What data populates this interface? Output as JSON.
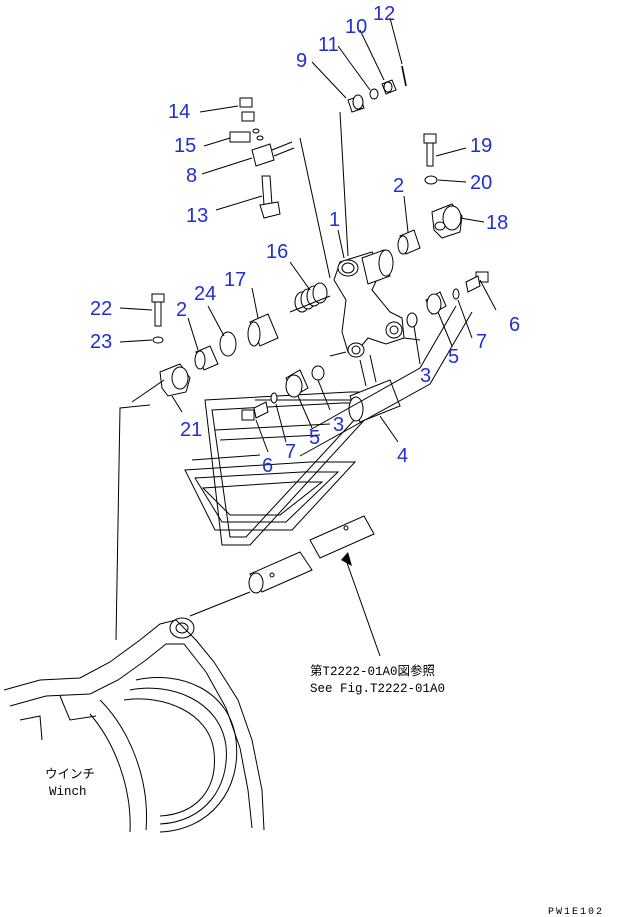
{
  "callouts": {
    "c1": "1",
    "c2a": "2",
    "c2b": "2",
    "c3a": "3",
    "c3b": "3",
    "c4": "4",
    "c5a": "5",
    "c5b": "5",
    "c6a": "6",
    "c6b": "6",
    "c7a": "7",
    "c7b": "7",
    "c8": "8",
    "c9": "9",
    "c10": "10",
    "c11": "11",
    "c12": "12",
    "c13": "13",
    "c14": "14",
    "c15": "15",
    "c16": "16",
    "c17": "17",
    "c18": "18",
    "c19": "19",
    "c20": "20",
    "c21": "21",
    "c22": "22",
    "c23": "23",
    "c24": "24"
  },
  "reference": {
    "jp": "第T2222-01A0図参照",
    "en": "See Fig.T2222-01A0"
  },
  "winch": {
    "jp": "ウインチ",
    "en": "Winch"
  },
  "figure_code": "PW1E102",
  "colors": {
    "callout": "#1f2fd6",
    "lines": "#000000"
  }
}
